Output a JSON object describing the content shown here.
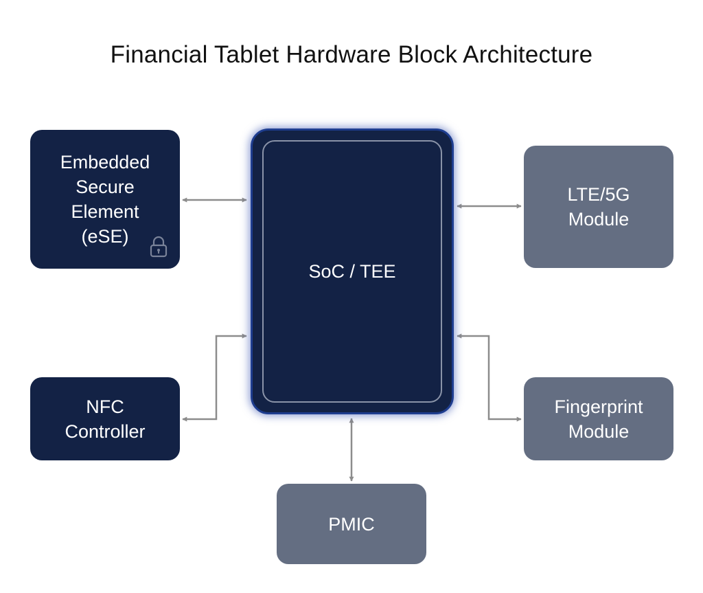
{
  "title": "Financial Tablet Hardware Block Architecture",
  "colors": {
    "dark_block": "#132245",
    "gray_block": "#646e82",
    "connector": "#8c8c8c",
    "soc_glow": "#1e3d8f"
  },
  "blocks": {
    "ese": {
      "label": "Embedded\nSecure\nElement\n(eSE)",
      "icon": "lock-icon"
    },
    "nfc": {
      "label": "NFC\nController"
    },
    "soc": {
      "label": "SoC / TEE"
    },
    "lte": {
      "label": "LTE/5G\nModule"
    },
    "fingerprint": {
      "label": "Fingerprint\nModule"
    },
    "pmic": {
      "label": "PMIC"
    }
  }
}
